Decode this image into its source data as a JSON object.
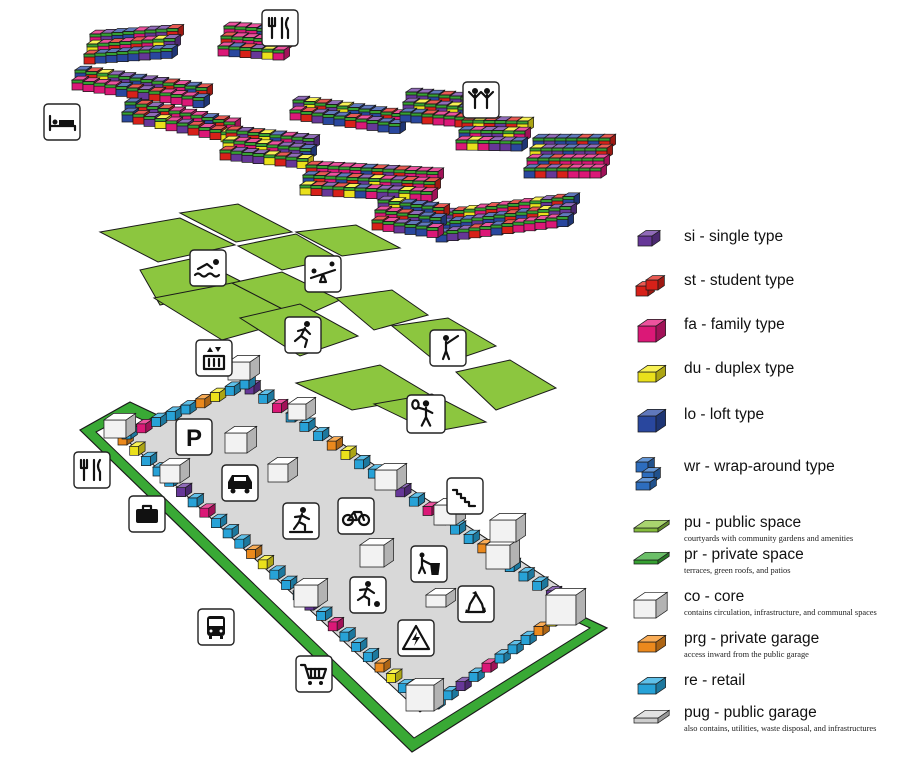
{
  "colors": {
    "single": "#6b3aa0",
    "student": "#e2231a",
    "family": "#e6197d",
    "duplex": "#f6ec1c",
    "loft": "#2b4ba6",
    "wraparound": "#2f73c8",
    "public_space": "#8cc63f",
    "private_space": "#39a935",
    "core": "#ffffff",
    "private_garage": "#f7901e",
    "retail": "#29abe2",
    "public_garage": "#d8d8d8",
    "outline": "#1a1a1a"
  },
  "legend": [
    {
      "key": "single",
      "label": "si - single type",
      "note": "",
      "swatch": "cube-small"
    },
    {
      "key": "student",
      "label": "st - student type",
      "note": "",
      "swatch": "cubes-pair"
    },
    {
      "key": "family",
      "label": "fa - family type",
      "note": "",
      "swatch": "cube"
    },
    {
      "key": "duplex",
      "label": "du - duplex type",
      "note": "",
      "swatch": "cube-flat"
    },
    {
      "key": "loft",
      "label": "lo - loft type",
      "note": "",
      "swatch": "cube"
    },
    {
      "key": "wraparound",
      "label": "wr - wrap-around type",
      "note": "",
      "swatch": "wrap"
    },
    {
      "key": "public_space",
      "label": "pu - public space",
      "note": "courtyards with community gardens and amenities",
      "swatch": "plate"
    },
    {
      "key": "private_space",
      "label": "pr - private space",
      "note": "terraces, green roofs, and patios",
      "swatch": "plate"
    },
    {
      "key": "core",
      "label": "co - core",
      "note": "contains circulation, infrastructure, and communal spaces",
      "swatch": "cube-big"
    },
    {
      "key": "private_garage",
      "label": "prg - private garage",
      "note": "access inward from the public garage",
      "swatch": "cube-flat"
    },
    {
      "key": "retail",
      "label": "re - retail",
      "note": "",
      "swatch": "cube-flat"
    },
    {
      "key": "public_garage",
      "label": "pug - public garage",
      "note": "also contains, utilities, waste disposal, and infrastructures",
      "swatch": "plate-gray"
    }
  ],
  "icons": [
    {
      "name": "restaurant-icon",
      "symbol": "fork-knife"
    },
    {
      "name": "family-icon",
      "symbol": "people"
    },
    {
      "name": "bed-icon",
      "symbol": "bed"
    },
    {
      "name": "swimming-icon",
      "symbol": "swim"
    },
    {
      "name": "playground-icon",
      "symbol": "seesaw"
    },
    {
      "name": "running-icon",
      "symbol": "run"
    },
    {
      "name": "golf-icon",
      "symbol": "golf"
    },
    {
      "name": "elevator-icon",
      "symbol": "elevator"
    },
    {
      "name": "tennis-icon",
      "symbol": "tennis"
    },
    {
      "name": "parking-icon",
      "symbol": "P"
    },
    {
      "name": "car-icon",
      "symbol": "car"
    },
    {
      "name": "restaurant-icon-garage",
      "symbol": "fork-knife"
    },
    {
      "name": "stairs-icon",
      "symbol": "stairs"
    },
    {
      "name": "briefcase-icon",
      "symbol": "briefcase"
    },
    {
      "name": "skateboard-icon",
      "symbol": "skate"
    },
    {
      "name": "bicycle-icon",
      "symbol": "bike"
    },
    {
      "name": "trash-icon",
      "symbol": "trash"
    },
    {
      "name": "soccer-icon",
      "symbol": "soccer"
    },
    {
      "name": "recycling-icon",
      "symbol": "recycle"
    },
    {
      "name": "bus-icon",
      "symbol": "bus"
    },
    {
      "name": "electrical-hazard-icon",
      "symbol": "hazard"
    },
    {
      "name": "shopping-cart-icon",
      "symbol": "cart"
    }
  ]
}
